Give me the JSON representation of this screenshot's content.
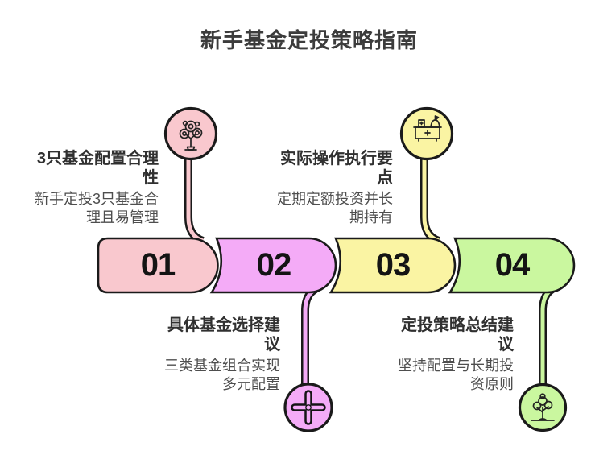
{
  "title": "新手基金定投策略指南",
  "steps": [
    {
      "number": "01",
      "title": "3只基金配置合理性",
      "description": "新手定投3只基金合理且易管理",
      "color": "#f9c8ce",
      "icon": "money-tree",
      "text_position": "top"
    },
    {
      "number": "02",
      "title": "具体基金选择建议",
      "description": "三类基金组合实现多元配置",
      "color": "#f4abf7",
      "icon": "plus-cross",
      "text_position": "bottom"
    },
    {
      "number": "03",
      "title": "实际操作执行要点",
      "description": "定期定额投资并长期持有",
      "color": "#faf4a3",
      "icon": "factory",
      "text_position": "top"
    },
    {
      "number": "04",
      "title": "定投策略总结建议",
      "description": "坚持配置与长期投资原则",
      "color": "#caf79f",
      "icon": "sapling",
      "text_position": "bottom"
    }
  ],
  "colors": {
    "background": "#ffffff",
    "outline": "#1a1a1a",
    "title_text": "#3c3c3c",
    "step_title_text": "#303030",
    "step_desc_text": "#4e4e4e",
    "number_text": "#141414"
  }
}
